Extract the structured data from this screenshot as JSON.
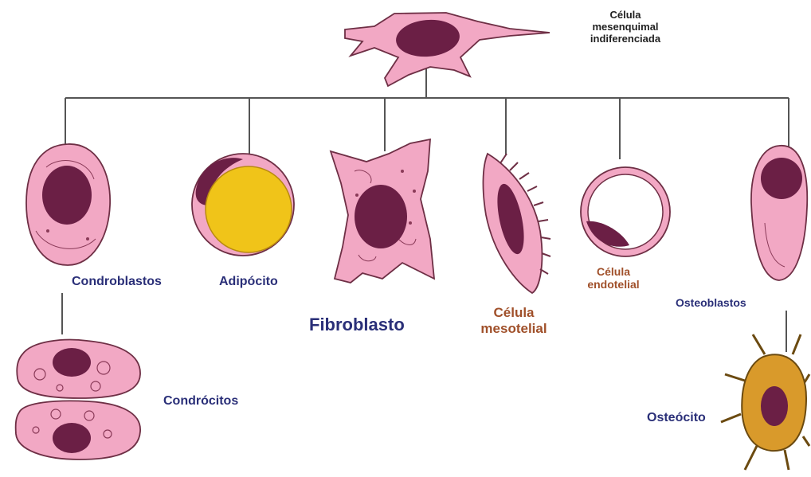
{
  "colors": {
    "cell_fill": "#f2a8c4",
    "cell_stroke": "#6e2f45",
    "nucleus": "#6b1f45",
    "fat_droplet": "#f0c419",
    "osteocyte_fill": "#d99a2b",
    "navy_label": "#2a2f78",
    "brown_label": "#a0502a",
    "line": "#555555"
  },
  "labels": {
    "root_line1": "Célula",
    "root_line2": "mesenquimal",
    "root_line3": "indiferenciada",
    "condroblastos": "Condroblastos",
    "adipocito": "Adipócito",
    "fibroblasto": "Fibroblasto",
    "mesotelial_line1": "Célula",
    "mesotelial_line2": "mesotelial",
    "endotelial_line1": "Célula",
    "endotelial_line2": "endotelial",
    "osteoblastos": "Osteoblastos",
    "condrocitos": "Condrócitos",
    "osteocito": "Osteócito"
  }
}
